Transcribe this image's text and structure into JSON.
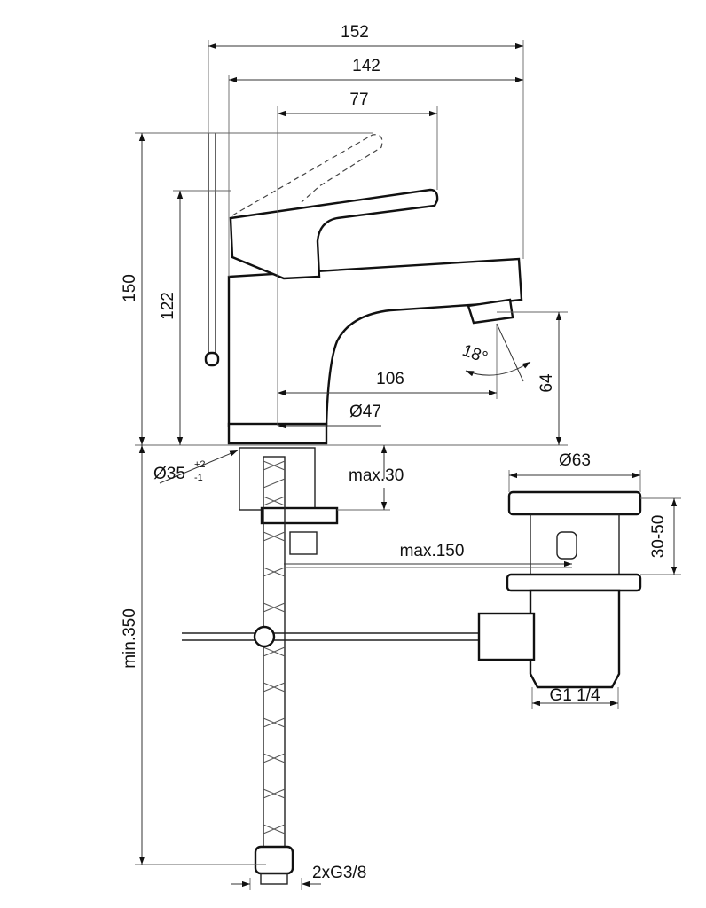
{
  "dimensions": {
    "overall_width": "152",
    "spout_reach_total": "142",
    "handle_length": "77",
    "height_open": "150",
    "height_closed": "122",
    "outlet_height": "64",
    "spout_projection": "106",
    "base_diameter": "Ø47",
    "hole_diameter": "Ø35",
    "hole_tol_plus": "+2",
    "hole_tol_minus": "-1",
    "deck_thickness": "max.30",
    "waste_diameter": "Ø63",
    "waste_range": "30-50",
    "rod_length": "max.150",
    "waste_thread": "G1 1/4",
    "hose_length": "min.350",
    "hose_thread": "2xG3/8",
    "spout_angle": "18°"
  },
  "colors": {
    "line": "#111111",
    "background": "#ffffff"
  }
}
